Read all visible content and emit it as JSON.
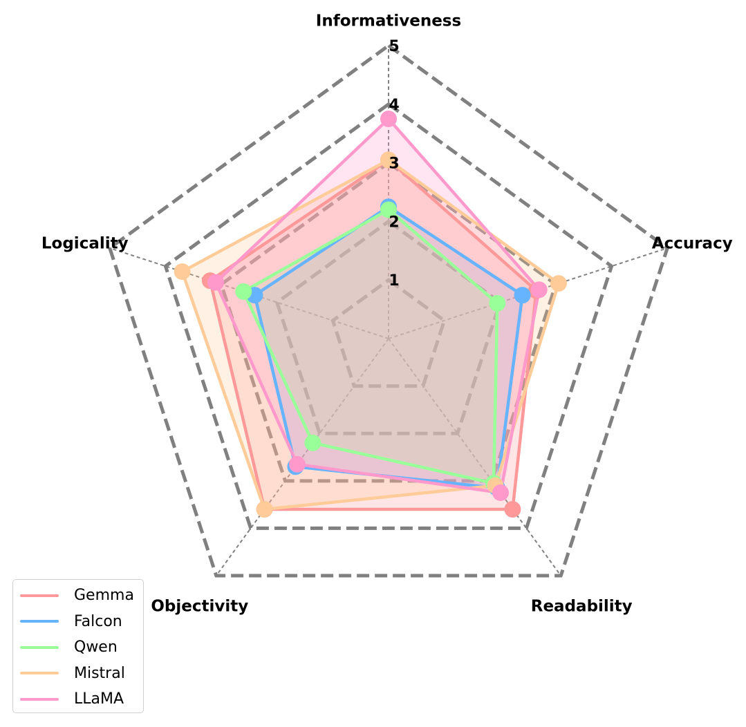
{
  "chart_data": {
    "type": "radar",
    "axes": [
      "Informativeness",
      "Accuracy",
      "Readability",
      "Objectivity",
      "Logicality"
    ],
    "rlim": [
      0,
      5
    ],
    "rticks": [
      "1",
      "2",
      "3",
      "4",
      "5"
    ],
    "grid": true,
    "legend_position": "bottom-left",
    "series": [
      {
        "name": "Gemma",
        "color": "#ff9999",
        "values": [
          3.05,
          2.65,
          3.6,
          3.6,
          3.2
        ]
      },
      {
        "name": "Falcon",
        "color": "#66b3ff",
        "values": [
          2.25,
          2.4,
          3.15,
          2.7,
          2.4
        ]
      },
      {
        "name": "Qwen",
        "color": "#99ff99",
        "values": [
          2.2,
          1.95,
          3.05,
          2.2,
          2.6
        ]
      },
      {
        "name": "Mistral",
        "color": "#ffcc99",
        "values": [
          3.05,
          3.05,
          3.1,
          3.6,
          3.7
        ]
      },
      {
        "name": "LLaMA",
        "color": "#ff99cc",
        "values": [
          3.75,
          2.7,
          3.25,
          2.65,
          3.1
        ]
      }
    ]
  }
}
